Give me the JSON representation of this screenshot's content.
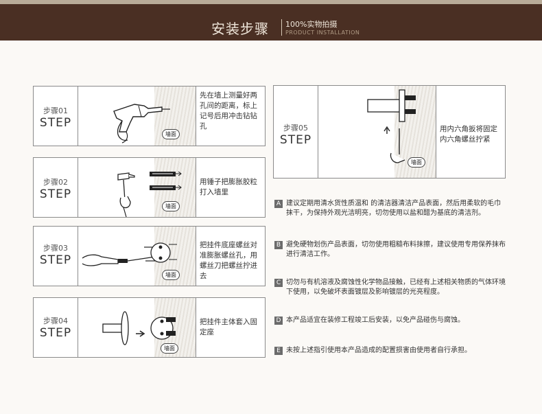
{
  "header": {
    "title": "安装步骤",
    "subtitle": "100%实物拍摄",
    "subtitle_en": "PRODUCT INSTALLATION"
  },
  "wall_label": "墙面",
  "steps": [
    {
      "num": "步骤01",
      "step": "STEP",
      "text": "先在墙上测量好两孔间的距离，标上记号后用冲击钻钻孔",
      "icon": "drill-icon"
    },
    {
      "num": "步骤02",
      "step": "STEP",
      "text": "用锤子把膨胀胶粒打入墙里",
      "icon": "hammer-icon"
    },
    {
      "num": "步骤03",
      "step": "STEP",
      "text": "把挂件底座螺丝对准膨胀螺丝孔，用螺丝刀把螺丝拧进去",
      "icon": "screwdriver-icon"
    },
    {
      "num": "步骤04",
      "step": "STEP",
      "text": "把挂件主体套入固定座",
      "icon": "bracket-icon"
    },
    {
      "num": "步骤05",
      "step": "STEP",
      "text": "用内六角扳将固定内六角螺丝拧紧",
      "icon": "hex-key-icon"
    }
  ],
  "notes": [
    {
      "key": "A",
      "text": "建议定期用清水货性质温和 的清洁器清洁产品表面，然后用柔软的毛巾抹干，为保持外观光洁明亮，切勿使用以盐和醋为基底的清洁剂。"
    },
    {
      "key": "B",
      "text": "避免硬物划伤产品表面，切勿使用粗糙布料抹擦，建议使用专用保养抹布进行清洁工作。"
    },
    {
      "key": "C",
      "text": "切勿与有机溶液及腐蚀性化学物品接触，已经有上述相关物质的气体环境下使用，以免破坏表面镀层及影响镀层的光亮程度。"
    },
    {
      "key": "D",
      "text": "本产品适宜在装修工程竣工后安装，以免产品碰伤与腐蚀。"
    },
    {
      "key": "E",
      "text": "未按上述指引使用本产品造成的配置损害由使用者自行承担。"
    }
  ]
}
